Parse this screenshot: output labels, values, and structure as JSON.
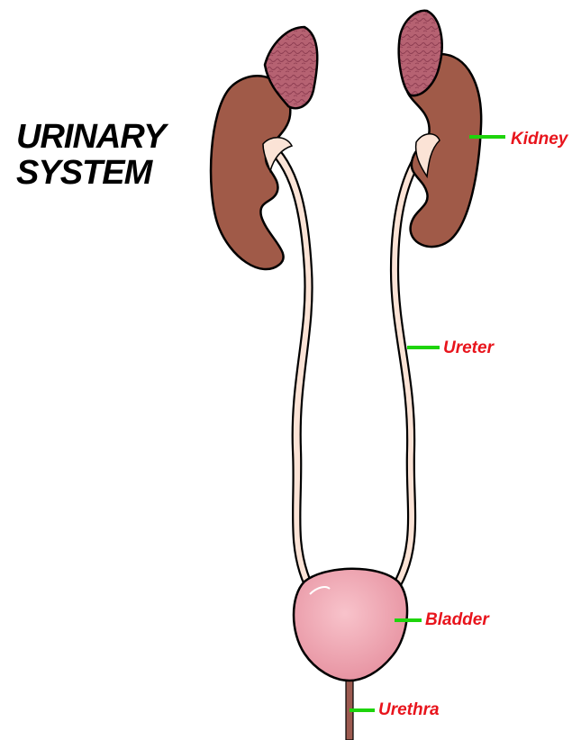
{
  "title": {
    "line1": "URINARY",
    "line2": "SYSTEM"
  },
  "labels": {
    "kidney": "Kidney",
    "ureter": "Ureter",
    "bladder": "Bladder",
    "urethra": "Urethra"
  },
  "colors": {
    "label_text": "#e8141c",
    "pointer_line": "#1ed40c",
    "kidney": "#a05a48",
    "adrenal": "#b66272",
    "ureter": "#fbe3d6",
    "bladder": "#f2a7b2",
    "outline": "#000000"
  }
}
